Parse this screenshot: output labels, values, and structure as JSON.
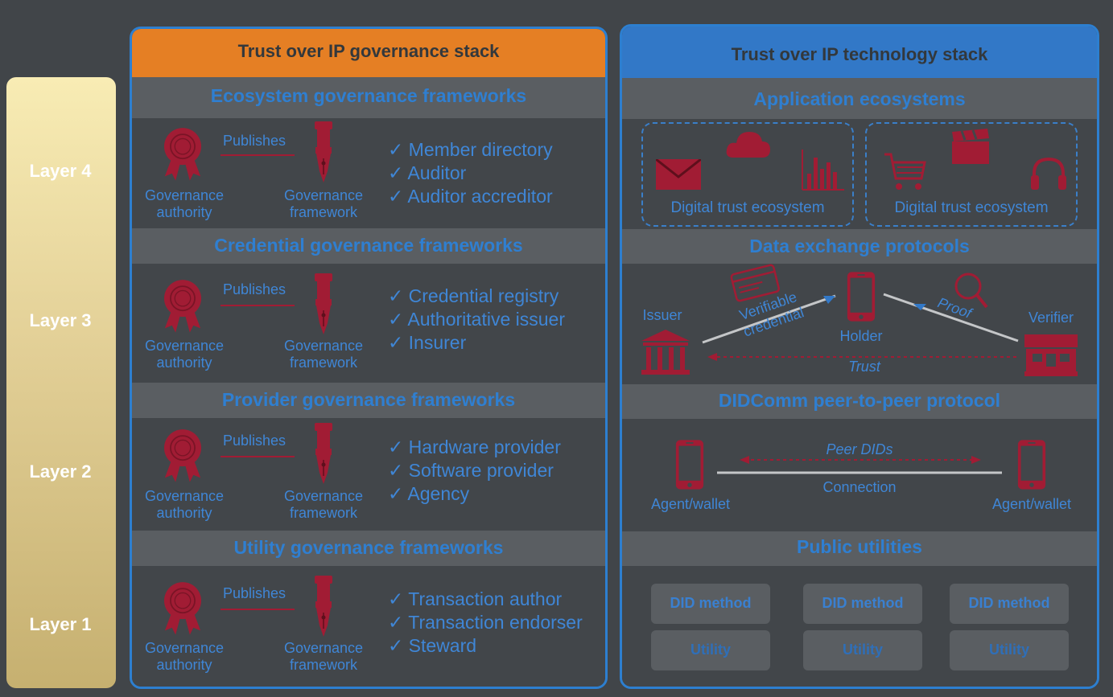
{
  "layers": [
    "Layer 4",
    "Layer 3",
    "Layer 2",
    "Layer 1"
  ],
  "governance": {
    "title": "Trust over IP governance stack",
    "sections": [
      {
        "title": "Ecosystem governance frameworks",
        "publishes": "Publishes",
        "authority": [
          "Governance",
          "authority"
        ],
        "framework": [
          "Governance",
          "framework"
        ],
        "items": [
          "✓ Member directory",
          "✓ Auditor",
          "✓ Auditor accreditor"
        ]
      },
      {
        "title": "Credential governance frameworks",
        "publishes": "Publishes",
        "authority": [
          "Governance",
          "authority"
        ],
        "framework": [
          "Governance",
          "framework"
        ],
        "items": [
          "✓ Credential registry",
          "✓ Authoritative issuer",
          "✓ Insurer"
        ]
      },
      {
        "title": "Provider governance frameworks",
        "publishes": "Publishes",
        "authority": [
          "Governance",
          "authority"
        ],
        "framework": [
          "Governance",
          "framework"
        ],
        "items": [
          "✓ Hardware provider",
          "✓ Software provider",
          "✓ Agency"
        ]
      },
      {
        "title": "Utility governance frameworks",
        "publishes": "Publishes",
        "authority": [
          "Governance",
          "authority"
        ],
        "framework": [
          "Governance",
          "framework"
        ],
        "items": [
          "✓ Transaction author",
          "✓ Transaction endorser",
          "✓ Steward"
        ]
      }
    ]
  },
  "technology": {
    "title": "Trust over IP technology stack",
    "app": {
      "title": "Application ecosystems",
      "eco_left": "Digital trust ecosystem",
      "eco_right": "Digital trust ecosystem"
    },
    "exchange": {
      "title": "Data exchange protocols",
      "issuer": "Issuer",
      "holder": "Holder",
      "verifier": "Verifier",
      "verifiable": "Verifiable",
      "credential": "credential",
      "proof": "Proof",
      "trust": "Trust"
    },
    "didcomm": {
      "title": "DIDComm peer-to-peer protocol",
      "peer_dids": "Peer DIDs",
      "connection": "Connection",
      "agent_left": "Agent/wallet",
      "agent_right": "Agent/wallet"
    },
    "utilities": {
      "title": "Public utilities",
      "methods": [
        "DID method",
        "DID method",
        "DID method"
      ],
      "utilities": [
        "Utility",
        "Utility",
        "Utility"
      ]
    }
  },
  "colors": {
    "accent_red": "#a11c34",
    "accent_blue": "#2f7fd1",
    "header_orange": "#e57f24",
    "header_blue": "#3278c7"
  }
}
